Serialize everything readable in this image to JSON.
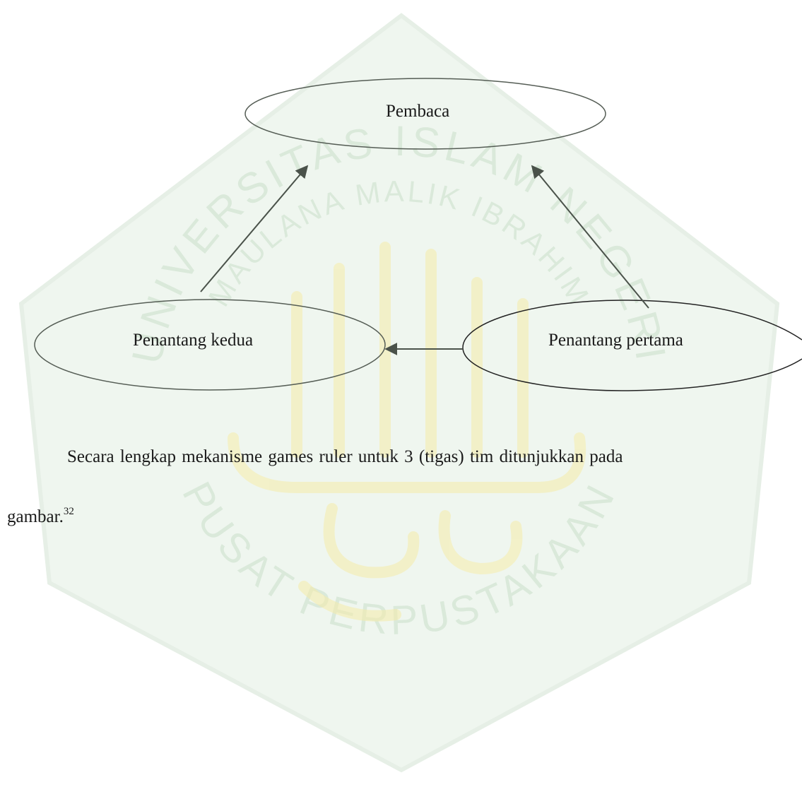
{
  "watermark": {
    "ring_top_text": "UNIVERSITAS ISLAM NEGERI",
    "ring_inner_text": "MAULANA MALIK IBRAHIM",
    "ring_bottom_text": "PUSAT PERPUSTAKAAN",
    "arabic_calligraphy": "أولوا الألباب",
    "shield_color": "#e3efe3",
    "calligraphy_color": "#fbf5c8",
    "ring_text_color": "#d6e6d6"
  },
  "diagram": {
    "nodes": [
      {
        "id": "pembaca",
        "label": "Pembaca"
      },
      {
        "id": "penantang-kedua",
        "label": "Penantang kedua"
      },
      {
        "id": "penantang-pertama",
        "label": "Penantang pertama"
      }
    ],
    "edges": [
      {
        "from": "penantang-kedua",
        "to": "pembaca"
      },
      {
        "from": "penantang-pertama",
        "to": "pembaca"
      },
      {
        "from": "penantang-pertama",
        "to": "penantang-kedua"
      }
    ],
    "line_color": "#4a524a"
  },
  "paragraph": {
    "line1": "Secara lengkap mekanisme games ruler untuk 3 (tigas) tim ditunjukkan pada",
    "line2_text": "gambar.",
    "footnote_ref": "32"
  }
}
